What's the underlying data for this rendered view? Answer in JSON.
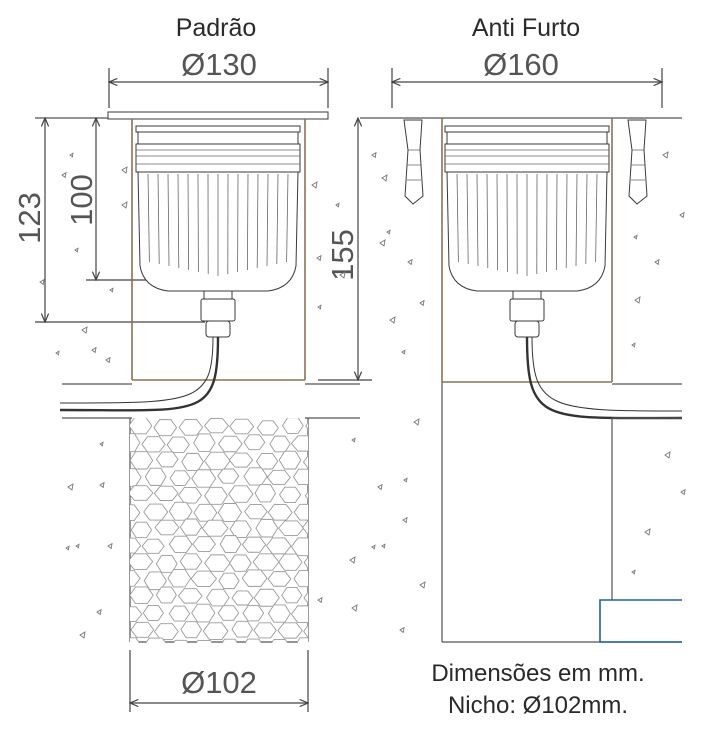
{
  "titles": {
    "left": "Padrão",
    "right": "Anti Furto"
  },
  "dimensions": {
    "standard_diameter": "Ø130",
    "antitheft_diameter": "Ø160",
    "height_total": "123",
    "height_body": "100",
    "depth": "155",
    "niche_diameter": "Ø102"
  },
  "notes": {
    "line1": "Dimensões em mm.",
    "line2": "Nicho: Ø102mm."
  },
  "colors": {
    "niche_frame": "#8a7252",
    "pipe": "#1f5fa8",
    "lines": "#555555"
  },
  "icons": {
    "stones": "gravel-icon",
    "anchor": "wall-plug-icon"
  }
}
